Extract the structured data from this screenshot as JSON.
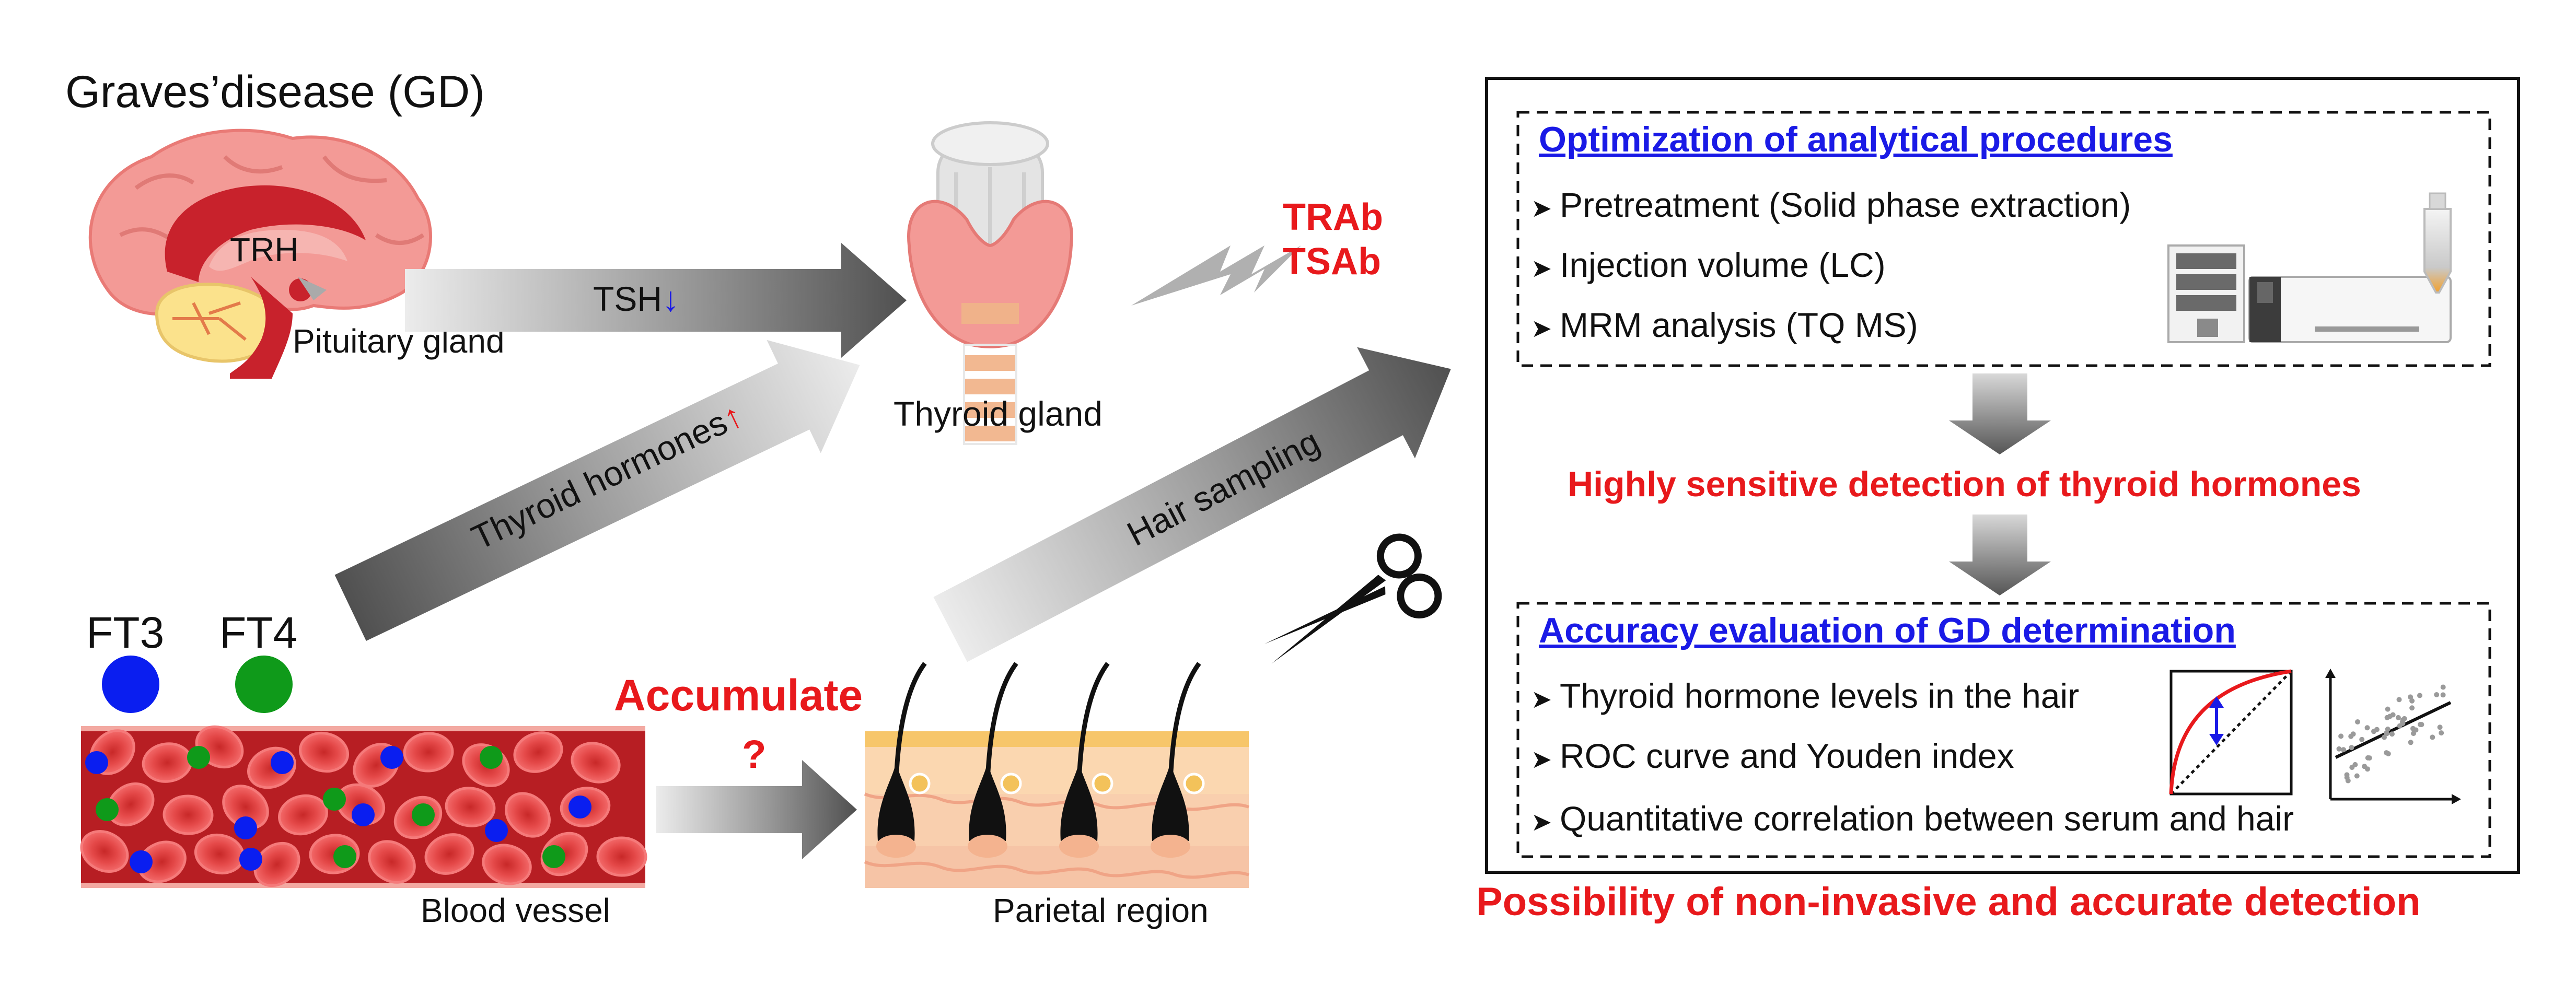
{
  "title": "Graves’disease (GD)",
  "labels": {
    "trh": "TRH",
    "tsh": "TSH",
    "tsh_arrow": "↓",
    "pituitary": "Pituitary gland",
    "thyroid_gland": "Thyroid gland",
    "trab": "TRAb",
    "tsab": "TSAb",
    "thyroid_hormones": "Thyroid hormones",
    "thyroid_hormones_arrow": "↑",
    "hair_sampling": "Hair sampling",
    "ft3": "FT3",
    "ft4": "FT4",
    "accumulate": "Accumulate",
    "question": "?",
    "blood_vessel": "Blood vessel",
    "parietal": "Parietal region"
  },
  "panel": {
    "box1_title": "Optimization of analytical procedures",
    "box1_items": [
      "Pretreatment (Solid phase extraction)",
      "Injection volume (LC)",
      "MRM analysis (TQ MS)"
    ],
    "middle_text": "Highly sensitive detection of thyroid hormones",
    "box2_title": "Accuracy evaluation of GD determination",
    "box2_items": [
      "Thyroid hormone levels in the hair",
      "ROC curve and Youden index",
      "Quantitative correlation between serum and hair"
    ],
    "bullet": "➤",
    "footer": "Possibility of non-invasive and accurate detection"
  },
  "colors": {
    "red": "#e8191c",
    "blue": "#1a1ae6",
    "ft3_dot": "#0a1ef0",
    "ft4_dot": "#0f9a1a",
    "vessel": "#b71e23",
    "rbc": "#f04848"
  },
  "icons": {
    "brain": "brain-illustration",
    "thyroid": "thyroid-illustration",
    "lightning": "lightning-icon",
    "scissors": "scissors-icon",
    "instrument": "lc-ms-instrument-icon",
    "roc": "roc-curve-icon",
    "scatter": "scatter-plot-icon"
  }
}
